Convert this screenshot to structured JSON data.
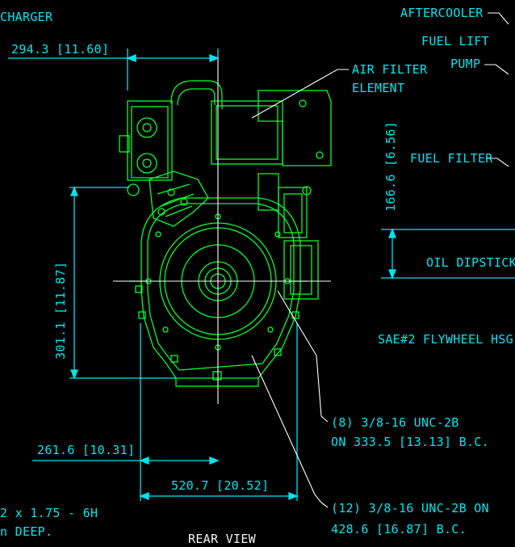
{
  "title": "REAR VIEW",
  "callouts": {
    "turbocharger": "CHARGER",
    "aftercooler": "AFTERCOOLER",
    "fuel_lift_pump_1": "FUEL LIFT",
    "fuel_lift_pump_2": "PUMP",
    "air_filter_1": "AIR FILTER",
    "air_filter_2": "ELEMENT",
    "fuel_filter": "FUEL FILTER",
    "oil_dipstick": "OIL DIPSTICK",
    "flywheel_housing": "SAE#2 FLYWHEEL HSG",
    "bolt_pattern_8_line1": "(8) 3/8-16 UNC-2B",
    "bolt_pattern_8_line2": "ON 333.5 [13.13] B.C.",
    "bolt_pattern_12_line1": "(12) 3/8-16 UNC-2B ON",
    "bolt_pattern_12_line2": "428.6 [16.87] B.C.",
    "thread_note_1": "2 x 1.75 - 6H",
    "thread_note_2": "n DEEP."
  },
  "dimensions": {
    "top_width": "294.3 [11.60]",
    "dipstick_height": "166.6 [6.56]",
    "vertical_height": "301.1 [11.87]",
    "left_offset": "261.6 [10.31]",
    "bottom_width": "520.7 [20.52]"
  },
  "colors": {
    "background": "#000000",
    "dimension": "#00e5f0",
    "engine": "#00ff2a",
    "leader": "#ffffff"
  }
}
